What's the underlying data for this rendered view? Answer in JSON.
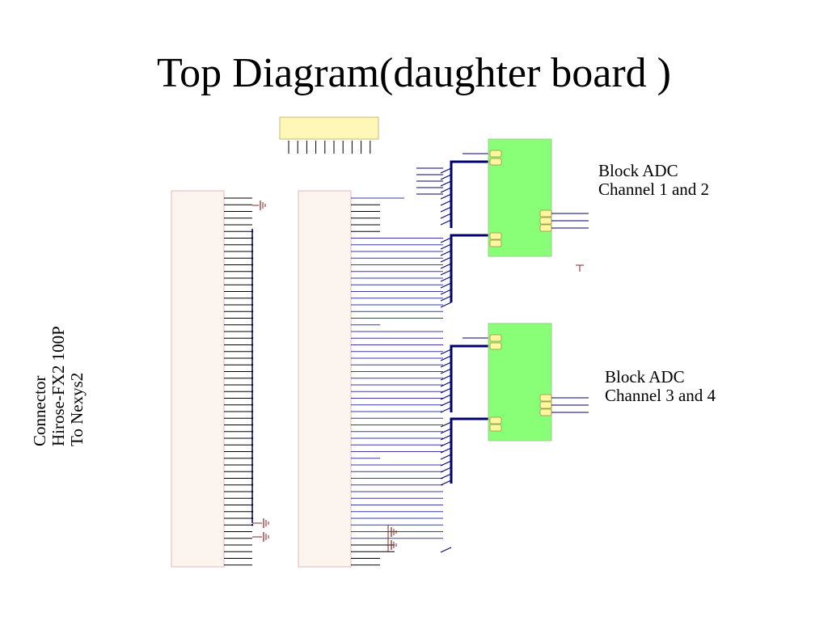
{
  "title": "Top Diagram(daughter board )",
  "blocks": [
    {
      "line1": "Block ADC",
      "line2": "Channel 1 and 2"
    },
    {
      "line1": "Block ADC",
      "line2": "Channel 3 and 4"
    }
  ],
  "connector": {
    "line1": "Connector",
    "line2": "Hirose-FX2 100P",
    "line3": "To Nexys2"
  },
  "colors": {
    "wire": "#000000",
    "bus": "#00006e",
    "thin_bus": "#3a3aa8",
    "connector_fill": "#fcf4ee",
    "connector_stroke": "#e0b8b8",
    "header_fill": "#fff7b8",
    "header_stroke": "#c8b87a",
    "adc_fill": "#88ff77",
    "adc_stroke": "#9ccc8c",
    "pin_fill": "#fff6a0",
    "pin_stroke": "#a08c40",
    "ground": "#8a2020"
  }
}
